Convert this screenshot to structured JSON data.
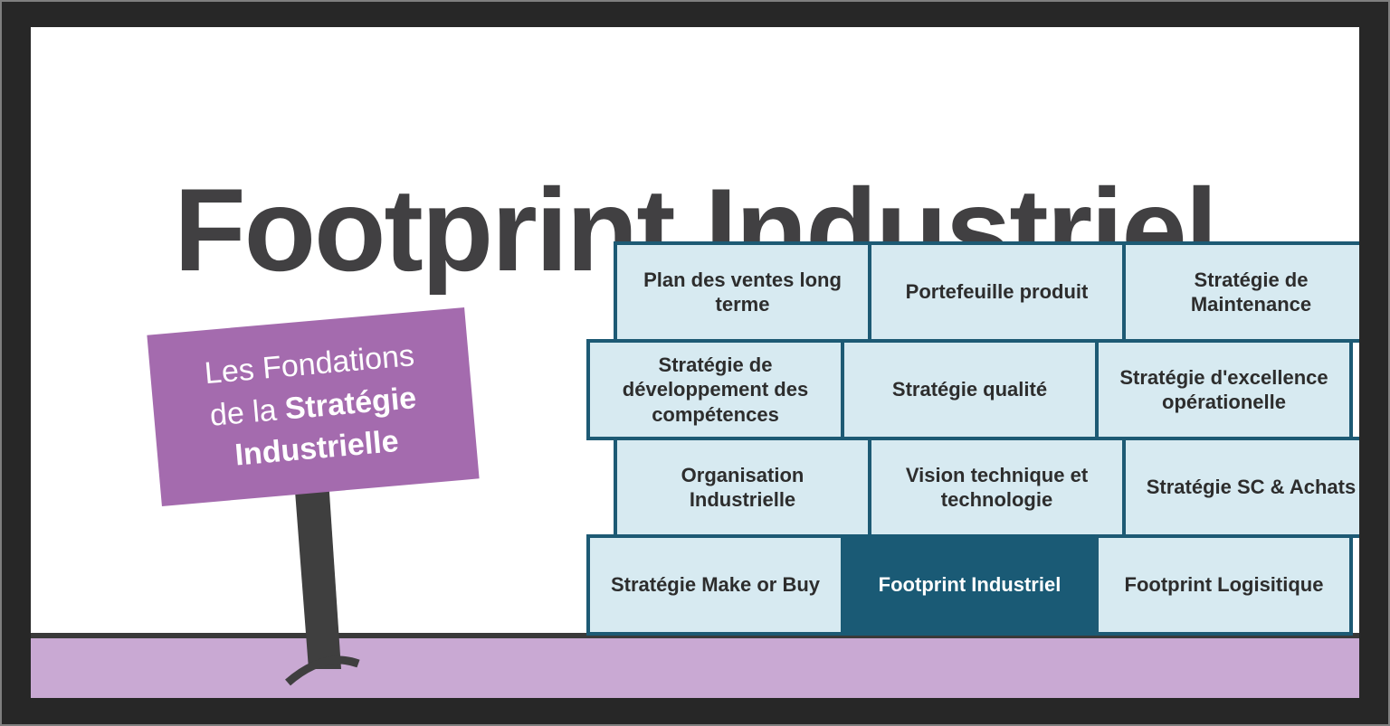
{
  "title": "Footprint Industriel",
  "sign": {
    "line1": "Les Fondations",
    "line2_prefix": "de la ",
    "line2_bold": "Stratégie",
    "line3_bold": "Industrielle"
  },
  "wall": {
    "rows": [
      {
        "bricks": [
          {
            "label": "Plan des ventes long terme"
          },
          {
            "label": "Portefeuille produit"
          },
          {
            "label": "Stratégie de Maintenance"
          }
        ]
      },
      {
        "bricks": [
          {
            "label": "Stratégie de développement des compétences"
          },
          {
            "label": "Stratégie qualité"
          },
          {
            "label": "Stratégie d'excellence opérationelle"
          }
        ]
      },
      {
        "bricks": [
          {
            "label": "Organisation Industrielle"
          },
          {
            "label": "Vision technique et technologie"
          },
          {
            "label": "Stratégie SC & Achats"
          }
        ]
      },
      {
        "bricks": [
          {
            "label": "Stratégie Make or Buy"
          },
          {
            "label": "Footprint Industriel",
            "highlight": true
          },
          {
            "label": "Footprint Logisitique"
          }
        ]
      }
    ]
  },
  "colors": {
    "frame": "#272727",
    "title_text": "#414042",
    "sign_bg": "#a46bae",
    "sign_text": "#ffffff",
    "post": "#3f3f3f",
    "ground": "#c9a9d3",
    "ground_line": "#3a3a3a",
    "brick_fill": "#d7eaf1",
    "brick_border": "#1d5a74",
    "brick_text": "#2d2d2d",
    "brick_highlight_fill": "#1a5a75",
    "brick_highlight_text": "#ffffff"
  }
}
